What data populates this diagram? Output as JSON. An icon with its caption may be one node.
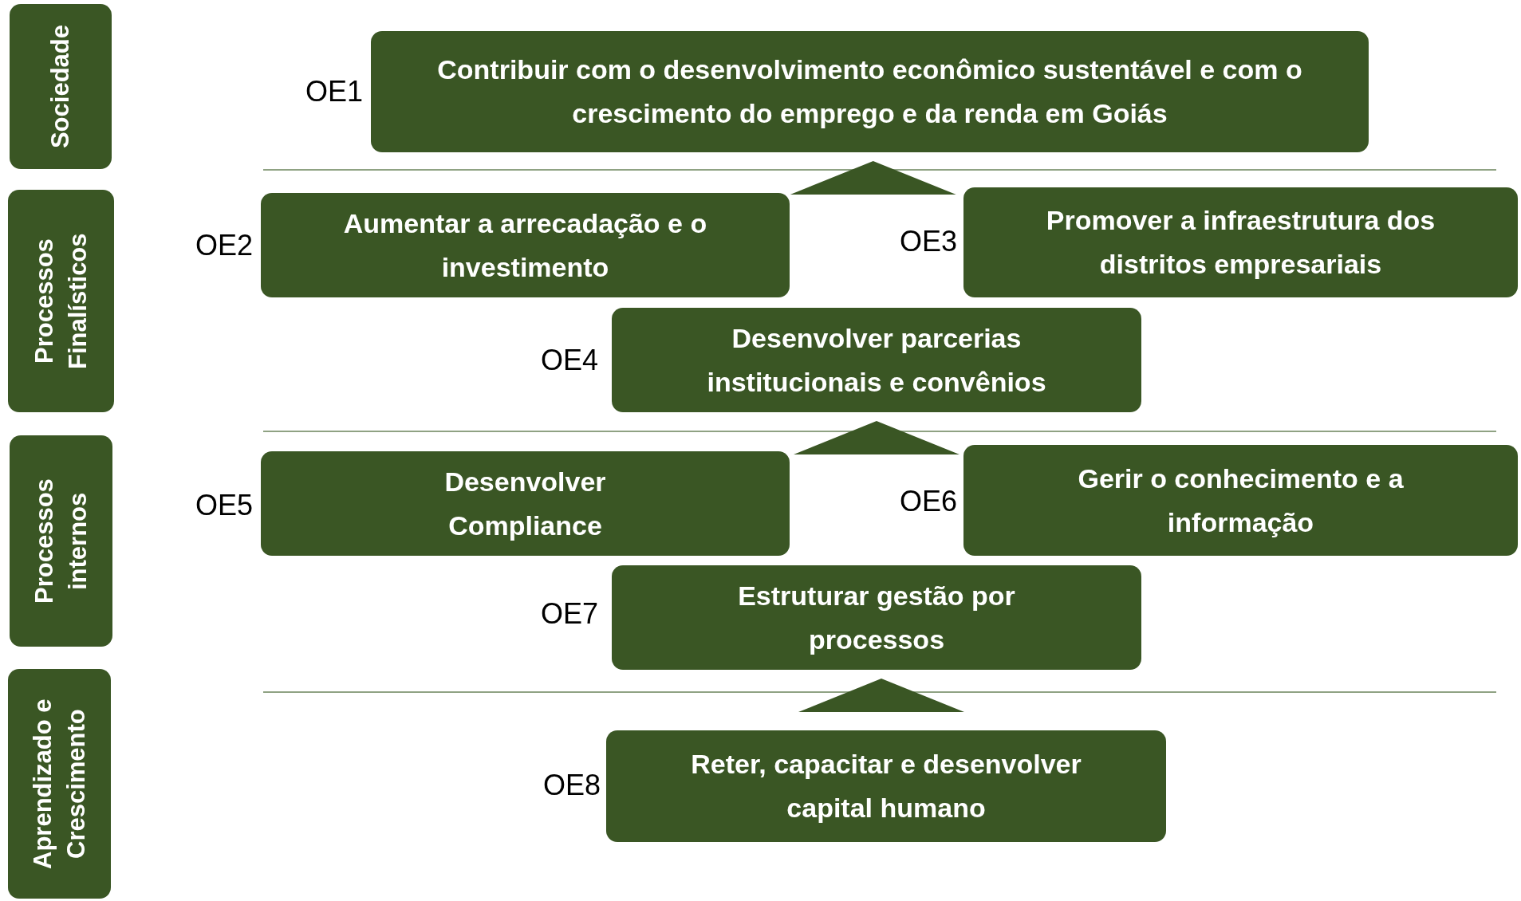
{
  "diagram": {
    "nodes": [
      {
        "text": [
          "Sociedade"
        ]
      },
      {
        "text": [
          "Contribuir com o desenvolvimento econômico sustentável e com o crescimento do emprego e da renda em Goiás"
        ],
        "beside": [
          "OE1"
        ]
      },
      {
        "text": [
          "Processos Finalísticos"
        ]
      },
      {
        "text": [
          "Aumentar a arrecadação e o investimento"
        ],
        "beside": [
          "OE2"
        ]
      },
      {
        "text": [
          "Promover a infraestrutura dos distritos empresariais"
        ],
        "beside": [
          "OE3"
        ]
      },
      {
        "text": [
          "Desenvolver parcerias institucionais e convênios"
        ],
        "beside": [
          "OE4"
        ]
      },
      {
        "text": [
          "Processos internos"
        ]
      },
      {
        "text": [
          "Desenvolver Compliance"
        ],
        "beside": [
          "OE5"
        ]
      },
      {
        "text": [
          "Gerir o conhecimento e a informação"
        ],
        "beside": [
          "OE6"
        ]
      },
      {
        "text": [
          "Estruturar gestão por processos"
        ],
        "beside": [
          "OE7"
        ]
      },
      {
        "text": [
          "Aprendizado e Crescimento"
        ]
      },
      {
        "text": [
          "Reter, capacitar e desenvolver capital humano"
        ],
        "beside": [
          "OE8"
        ]
      }
    ],
    "edges": [
      {
        "from": 5,
        "to": 1,
        "arrow": "to"
      },
      {
        "from": 9,
        "to": 5,
        "arrow": "to"
      },
      {
        "from": 11,
        "to": 9,
        "arrow": "to"
      }
    ]
  }
}
